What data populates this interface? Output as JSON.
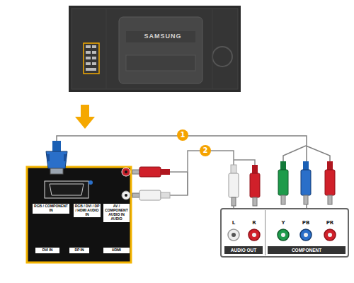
{
  "diagram": {
    "nodes": [
      {
        "text": [
          "SAMSUNG"
        ]
      },
      {
        "text": [
          "RGB / COMPONENT IN"
        ]
      },
      {
        "text": [
          "RGB / DVI / DP / HDMI AUDIO IN"
        ]
      },
      {
        "text": [
          "AV / COMPONENT AUDIO IN",
          "AUDIO"
        ]
      },
      {
        "text": [
          "DVI IN"
        ]
      },
      {
        "text": [
          "DP IN"
        ]
      },
      {
        "text": [
          "HDMI"
        ]
      },
      {
        "text": [
          "AUDIO OUT"
        ]
      },
      {
        "text": [
          "COMPONENT"
        ]
      }
    ],
    "edges": [
      {
        "from": 1,
        "to": 8,
        "arrow": "none"
      },
      {
        "from": 3,
        "to": 7,
        "arrow": "none"
      }
    ],
    "labels": [
      "1",
      "2",
      "L",
      "R",
      "Y",
      "PB",
      "PR"
    ]
  }
}
